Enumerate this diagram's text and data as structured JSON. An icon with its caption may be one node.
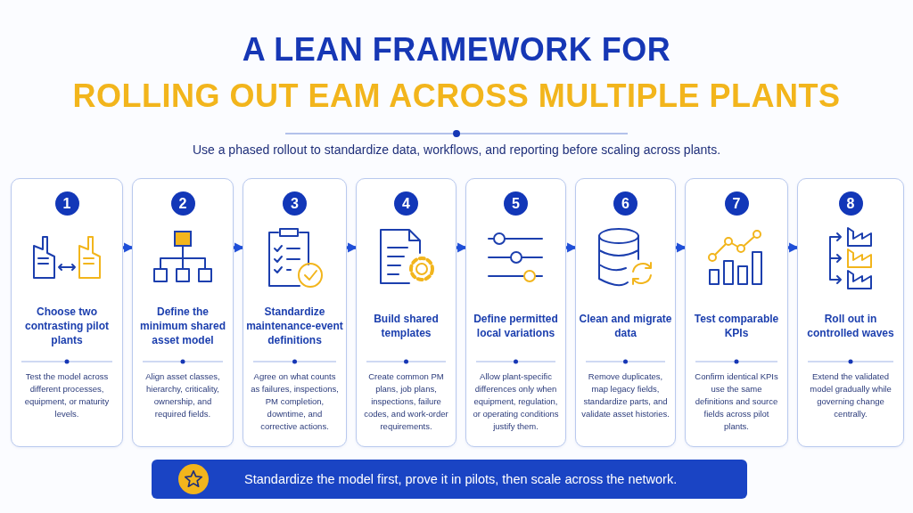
{
  "diagram": {
    "title": "A LEAN FRAMEWORK FOR",
    "nodes": [
      {
        "text": [
          "1",
          "Choose two contrasting pilot plants",
          "Test the model across different processes, equipment, or maturity levels."
        ]
      },
      {
        "text": [
          "2",
          "Define the minimum shared asset model",
          "Align asset classes, hierarchy, criticality, ownership, and required fields."
        ]
      },
      {
        "text": [
          "3",
          "Standardize maintenance-event definitions",
          "Agree on what counts as failures, inspections, PM completion, downtime, and corrective actions."
        ]
      },
      {
        "text": [
          "4",
          "Build shared templates",
          "Create common PM plans, job plans, inspections, failure codes, and work-order requirements."
        ]
      },
      {
        "text": [
          "5",
          "Define permitted local variations",
          "Allow plant-specific differences only when equipment, regulation, or operating conditions justify them."
        ]
      },
      {
        "text": [
          "6",
          "Clean and migrate data",
          "Remove duplicates, map legacy fields, standardize parts, and validate asset histories."
        ]
      },
      {
        "text": [
          "7",
          "Test comparable KPIs",
          "Confirm identical KPIs use the same definitions and source fields across pilot plants."
        ]
      },
      {
        "text": [
          "8",
          "Roll out in controlled waves",
          "Extend the validated model gradually while governing change centrally."
        ]
      },
      {
        "text": [
          "Standardize the model first, prove it in pilots, then scale across the network."
        ]
      }
    ],
    "edges": [
      {
        "from": 0,
        "to": 1,
        "arrow": "to"
      },
      {
        "from": 1,
        "to": 2,
        "arrow": "to"
      },
      {
        "from": 2,
        "to": 3,
        "arrow": "to"
      },
      {
        "from": 3,
        "to": 4,
        "arrow": "to"
      },
      {
        "from": 4,
        "to": 5,
        "arrow": "to"
      },
      {
        "from": 5,
        "to": 6,
        "arrow": "to"
      },
      {
        "from": 6,
        "to": 7,
        "arrow": "to"
      }
    ],
    "labels": [
      "ROLLING OUT EAM ACROSS MULTIPLE PLANTS",
      "Use a phased rollout to standardize data, workflows, and reporting before scaling across plants."
    ]
  }
}
